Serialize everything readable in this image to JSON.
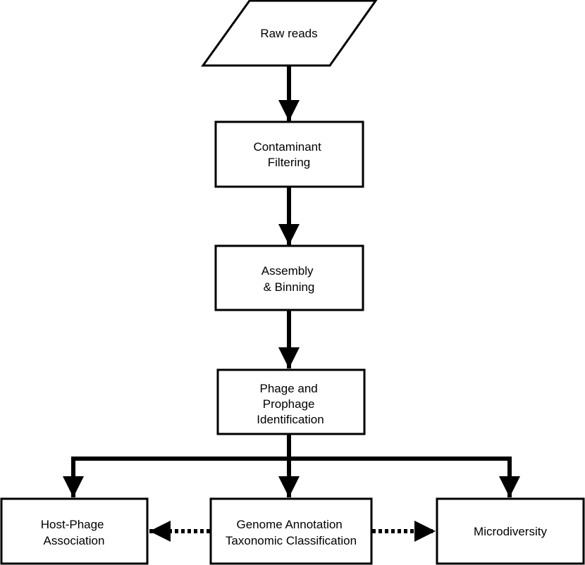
{
  "diagram": {
    "nodes": {
      "raw_reads": {
        "lines": [
          "Raw reads"
        ],
        "shape": "parallelogram"
      },
      "contaminant": {
        "lines": [
          "Contaminant",
          "Filtering"
        ],
        "shape": "rectangle"
      },
      "assembly": {
        "lines": [
          "Assembly",
          "& Binning"
        ],
        "shape": "rectangle"
      },
      "phage_id": {
        "lines": [
          "Phage and",
          "Prophage",
          "Identification"
        ],
        "shape": "rectangle"
      },
      "host_phage": {
        "lines": [
          "Host-Phage",
          "Association"
        ],
        "shape": "rectangle"
      },
      "genome": {
        "lines": [
          "Genome Annotation",
          "Taxonomic Classification"
        ],
        "shape": "rectangle"
      },
      "microdiversity": {
        "lines": [
          "Microdiversity"
        ],
        "shape": "rectangle"
      }
    },
    "edges": [
      {
        "from": "raw_reads",
        "to": "contaminant",
        "style": "solid"
      },
      {
        "from": "contaminant",
        "to": "assembly",
        "style": "solid"
      },
      {
        "from": "assembly",
        "to": "phage_id",
        "style": "solid"
      },
      {
        "from": "phage_id",
        "to": "host_phage",
        "style": "solid"
      },
      {
        "from": "phage_id",
        "to": "genome",
        "style": "solid"
      },
      {
        "from": "phage_id",
        "to": "microdiversity",
        "style": "solid"
      },
      {
        "from": "genome",
        "to": "host_phage",
        "style": "dotted"
      },
      {
        "from": "genome",
        "to": "microdiversity",
        "style": "dotted"
      }
    ],
    "colors": {
      "stroke": "#000000",
      "fill": "#ffffff",
      "text": "#000000"
    }
  }
}
